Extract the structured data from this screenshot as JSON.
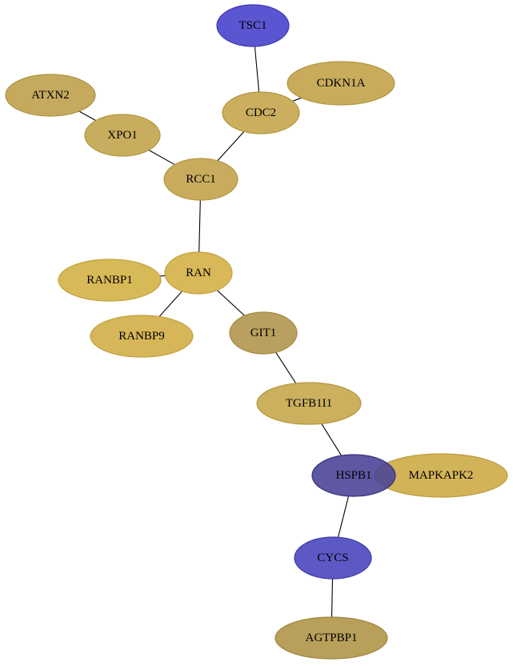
{
  "nodes": [
    {
      "id": "TSC1",
      "label": "TSC1",
      "fill": "#5a55d0",
      "stroke": "#3d39b0",
      "opacity": 1
    },
    {
      "id": "CDKN1A",
      "label": "CDKN1A",
      "fill": "#c8ac5c",
      "stroke": "#b3963f",
      "opacity": 1
    },
    {
      "id": "ATXN2",
      "label": "ATXN2",
      "fill": "#c5aa5e",
      "stroke": "#ad9242",
      "opacity": 1
    },
    {
      "id": "CDC2",
      "label": "CDC2",
      "fill": "#cbae5e",
      "stroke": "#b3963f",
      "opacity": 1
    },
    {
      "id": "XPO1",
      "label": "XPO1",
      "fill": "#c9ad5e",
      "stroke": "#b3963f",
      "opacity": 1
    },
    {
      "id": "RCC1",
      "label": "RCC1",
      "fill": "#c8ab5d",
      "stroke": "#b3963f",
      "opacity": 1
    },
    {
      "id": "RAN",
      "label": "RAN",
      "fill": "#d8b858",
      "stroke": "#c2a13f",
      "opacity": 1
    },
    {
      "id": "RANBP1",
      "label": "RANBP1",
      "fill": "#d8b958",
      "stroke": "#c2a13f",
      "opacity": 1
    },
    {
      "id": "RANBP9",
      "label": "RANBP9",
      "fill": "#d6b659",
      "stroke": "#c2a13f",
      "opacity": 1
    },
    {
      "id": "GIT1",
      "label": "GIT1",
      "fill": "#baa05e",
      "stroke": "#a38844",
      "opacity": 1
    },
    {
      "id": "TGFB1I1",
      "label": "TGFB1I1",
      "fill": "#ccb05e",
      "stroke": "#b3963f",
      "opacity": 1
    },
    {
      "id": "MAPKAPK2",
      "label": "MAPKAPK2",
      "fill": "#d3b357",
      "stroke": "#bb9b3e",
      "opacity": 1
    },
    {
      "id": "HSPB1",
      "label": "HSPB1",
      "fill": "#4c4698",
      "stroke": "#33307a",
      "opacity": 0.9
    },
    {
      "id": "CYCS",
      "label": "CYCS",
      "fill": "#5c59c6",
      "stroke": "#3d39a6",
      "opacity": 1
    },
    {
      "id": "AGTPBP1",
      "label": "AGTPBP1",
      "fill": "#b89f5a",
      "stroke": "#a08640",
      "opacity": 1
    }
  ],
  "edges": [
    {
      "source": "TSC1",
      "target": "CDC2"
    },
    {
      "source": "CDC2",
      "target": "CDKN1A"
    },
    {
      "source": "CDC2",
      "target": "RCC1"
    },
    {
      "source": "ATXN2",
      "target": "XPO1"
    },
    {
      "source": "XPO1",
      "target": "RCC1"
    },
    {
      "source": "RCC1",
      "target": "RAN"
    },
    {
      "source": "RAN",
      "target": "RANBP1"
    },
    {
      "source": "RAN",
      "target": "RANBP9"
    },
    {
      "source": "RAN",
      "target": "GIT1"
    },
    {
      "source": "GIT1",
      "target": "TGFB1I1"
    },
    {
      "source": "TGFB1I1",
      "target": "HSPB1"
    },
    {
      "source": "HSPB1",
      "target": "CYCS"
    },
    {
      "source": "CYCS",
      "target": "AGTPBP1"
    }
  ]
}
